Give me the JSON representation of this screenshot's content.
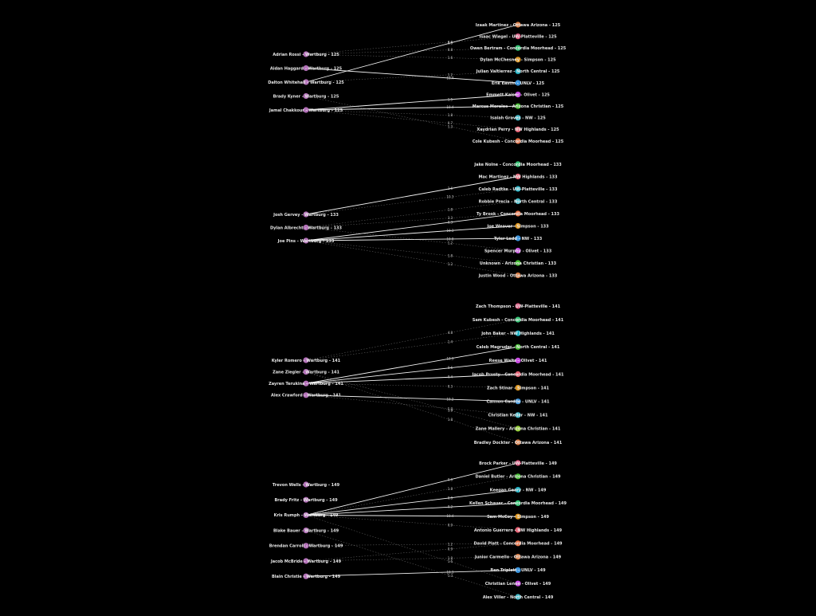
{
  "groups": [
    {
      "weight": "125",
      "left": [
        {
          "label": "Adrian Rossi - Wartburg - 125",
          "color": "#c77dcc"
        },
        {
          "label": "Aidan Haggard - Wartburg - 125",
          "color": "#c77dcc"
        },
        {
          "label": "Dalton Whitehall - Wartburg - 125",
          "color": "#c77dcc"
        },
        {
          "label": "Brady Kyner - Wartburg - 125",
          "color": "#c77dcc"
        },
        {
          "label": "Jamal Chakkour - Wartburg - 125",
          "color": "#c77dcc"
        }
      ],
      "right": [
        {
          "label": "Izaak Martinez - Ottawa Arizona - 125",
          "color": "#f08a4b"
        },
        {
          "label": "Isaac Wiegel - UW-Platteville - 125",
          "color": "#f25d8b"
        },
        {
          "label": "Owen Bertram - Concordia Moorhead - 125",
          "color": "#3ddc84"
        },
        {
          "label": "Dylan McChesney - Simpson - 125",
          "color": "#f5a623"
        },
        {
          "label": "Julian Valtierrez - North Central - 125",
          "color": "#26c6da"
        },
        {
          "label": "Erik Eastin - UNLV - 125",
          "color": "#42a5f5"
        },
        {
          "label": "Emmett Kaiser - Olivet - 125",
          "color": "#e056fd"
        },
        {
          "label": "Marcus Morales - Arizona Christian - 125",
          "color": "#4cd137"
        },
        {
          "label": "Isaiah Graves - NW - 125",
          "color": "#4dd0e1"
        },
        {
          "label": "Xaydrian Perry - NW Highlands - 125",
          "color": "#ff6b81"
        },
        {
          "label": "Cole Kubesh - Concordia Moorhead - 125",
          "color": "#ff7f50"
        }
      ],
      "edges": [
        {
          "from": 0,
          "to": 1,
          "label": "0.9",
          "strong": false
        },
        {
          "from": 0,
          "to": 3,
          "label": "1.6",
          "strong": false
        },
        {
          "from": 0,
          "to": 2,
          "label": "0.8",
          "strong": false
        },
        {
          "from": 1,
          "to": 5,
          "label": "10.4",
          "strong": true
        },
        {
          "from": 2,
          "to": 0,
          "label": "1.5",
          "strong": true
        },
        {
          "from": 2,
          "to": 4,
          "label": "1.2",
          "strong": false
        },
        {
          "from": 4,
          "to": 6,
          "label": "1.5",
          "strong": true
        },
        {
          "from": 4,
          "to": 7,
          "label": "10.4",
          "strong": true
        },
        {
          "from": 4,
          "to": 8,
          "label": "1.8",
          "strong": false
        },
        {
          "from": 4,
          "to": 9,
          "label": "0.7",
          "strong": false
        },
        {
          "from": 3,
          "to": 10,
          "label": "1.3",
          "strong": false
        }
      ]
    },
    {
      "weight": "133",
      "left": [
        {
          "label": "Josh Gervey - Wartburg - 133",
          "color": "#c77dcc"
        },
        {
          "label": "Dylan Albrecht - Wartburg - 133",
          "color": "#c77dcc"
        },
        {
          "label": "Joe Pins - Wartburg - 133",
          "color": "#c77dcc"
        }
      ],
      "right": [
        {
          "label": "Jake Nolne - Concordia Moorhead - 133",
          "color": "#3ddc84"
        },
        {
          "label": "Mac Martinez - NW Highlands - 133",
          "color": "#ff6b81"
        },
        {
          "label": "Caleb Radtke - UW-Platteville - 133",
          "color": "#26c6da"
        },
        {
          "label": "Robbie Precia - North Central - 133",
          "color": "#4dd0e1"
        },
        {
          "label": "Ty Brook - Concordia Moorhead - 133",
          "color": "#ff7f50"
        },
        {
          "label": "Joe Weaver - Simpson - 133",
          "color": "#f5a623"
        },
        {
          "label": "Tyler Ladd - NW - 133",
          "color": "#42a5f5"
        },
        {
          "label": "Spencer Murphy - Olivet - 133",
          "color": "#e056fd"
        },
        {
          "label": "Unknown - Arizona Christian - 133",
          "color": "#4cd137"
        },
        {
          "label": "Justin Wood - Ottawa Arizona - 133",
          "color": "#f08a4b"
        }
      ],
      "edges": [
        {
          "from": 0,
          "to": 1,
          "label": "2.6",
          "strong": true
        },
        {
          "from": 0,
          "to": 2,
          "label": "10.3",
          "strong": false
        },
        {
          "from": 1,
          "to": 3,
          "label": "1.8",
          "strong": false
        },
        {
          "from": 2,
          "to": 4,
          "label": "0.3",
          "strong": true
        },
        {
          "from": 2,
          "to": 5,
          "label": "10.3",
          "strong": true
        },
        {
          "from": 2,
          "to": 6,
          "label": "10.8",
          "strong": true
        },
        {
          "from": 1,
          "to": 7,
          "label": "1.2",
          "strong": false
        },
        {
          "from": 2,
          "to": 8,
          "label": "1.8",
          "strong": false
        },
        {
          "from": 2,
          "to": 9,
          "label": "1.2",
          "strong": false
        },
        {
          "from": 1,
          "to": 4,
          "label": "3.3",
          "strong": false
        }
      ]
    },
    {
      "weight": "141",
      "left": [
        {
          "label": "Kyler Romero - Wartburg - 141",
          "color": "#c77dcc"
        },
        {
          "label": "Zane Ziegler - Wartburg - 141",
          "color": "#c77dcc"
        },
        {
          "label": "Zayren Terukina - Wartburg - 141",
          "color": "#c77dcc"
        },
        {
          "label": "Alex Crawford - Wartburg - 141",
          "color": "#c77dcc"
        }
      ],
      "right": [
        {
          "label": "Zach Thompson - UW-Platteville - 141",
          "color": "#f25d8b"
        },
        {
          "label": "Sam Kubesh - Concordia Moorhead - 141",
          "color": "#3ddc84"
        },
        {
          "label": "John Baker - NW Highlands - 141",
          "color": "#26c6da"
        },
        {
          "label": "Caleb Magruder - North Central - 141",
          "color": "#4cd137"
        },
        {
          "label": "Reese Waltz - Olivet - 141",
          "color": "#e056fd"
        },
        {
          "label": "Jacob Prusty - Concordia Moorhead - 141",
          "color": "#ff6b81"
        },
        {
          "label": "Zach Stinar - Simpson - 141",
          "color": "#f5a623"
        },
        {
          "label": "Cannon Cardile - UNLV - 141",
          "color": "#42a5f5"
        },
        {
          "label": "Christian Keller - NW - 141",
          "color": "#4dd0e1"
        },
        {
          "label": "Zane Mallery - Arizona Christian - 141",
          "color": "#a3e635"
        },
        {
          "label": "Bradley Dockter - Ottawa Arizona - 141",
          "color": "#f08a4b"
        }
      ],
      "edges": [
        {
          "from": 0,
          "to": 1,
          "label": "4.8",
          "strong": false
        },
        {
          "from": 0,
          "to": 2,
          "label": "1.4",
          "strong": false
        },
        {
          "from": 2,
          "to": 3,
          "label": "10.3",
          "strong": true
        },
        {
          "from": 2,
          "to": 4,
          "label": "0.6",
          "strong": true
        },
        {
          "from": 2,
          "to": 5,
          "label": "0.4",
          "strong": true
        },
        {
          "from": 2,
          "to": 6,
          "label": "0.3",
          "strong": false
        },
        {
          "from": 3,
          "to": 7,
          "label": "10.2",
          "strong": true
        },
        {
          "from": 3,
          "to": 8,
          "label": "1.3",
          "strong": false
        },
        {
          "from": 1,
          "to": 9,
          "label": "1.9",
          "strong": false
        },
        {
          "from": 1,
          "to": 10,
          "label": "1.8",
          "strong": false
        }
      ]
    },
    {
      "weight": "149",
      "left": [
        {
          "label": "Trevon Wells - Wartburg - 149",
          "color": "#c77dcc"
        },
        {
          "label": "Brady Fritz - Wartburg - 149",
          "color": "#c77dcc"
        },
        {
          "label": "Kris Rumph - Wartburg - 149",
          "color": "#c77dcc"
        },
        {
          "label": "Blake Bauer - Wartburg - 149",
          "color": "#c77dcc"
        },
        {
          "label": "Brendan Carroll - Wartburg - 149",
          "color": "#c77dcc"
        },
        {
          "label": "Jacob McBride - Wartburg - 149",
          "color": "#c77dcc"
        },
        {
          "label": "Blain Christie - Wartburg - 149",
          "color": "#c77dcc"
        }
      ],
      "right": [
        {
          "label": "Brock Parker - UW-Platteville - 149",
          "color": "#f25d8b"
        },
        {
          "label": "Daniel Butler - Arizona Christian - 149",
          "color": "#4cd137"
        },
        {
          "label": "Keegan Geary - NW - 149",
          "color": "#26c6da"
        },
        {
          "label": "Kellen Schauer - Concordia Moorhead - 149",
          "color": "#3ddc84"
        },
        {
          "label": "Sam McCoy - Simpson - 149",
          "color": "#f5a623"
        },
        {
          "label": "Antonio Guerrero - NW Highlands - 149",
          "color": "#ff6b81"
        },
        {
          "label": "David Platt - Concordia Moorhead - 149",
          "color": "#ff7f50"
        },
        {
          "label": "Junior Carmello - Ottawa Arizona - 149",
          "color": "#f08a4b"
        },
        {
          "label": "Ben Triplett - UNLV - 149",
          "color": "#42a5f5"
        },
        {
          "label": "Christian Lenon - Olivet - 149",
          "color": "#e056fd"
        },
        {
          "label": "Alex Viller - North Central - 149",
          "color": "#4dd0e1"
        }
      ],
      "edges": [
        {
          "from": 2,
          "to": 0,
          "label": "0.6",
          "strong": true
        },
        {
          "from": 2,
          "to": 1,
          "label": "1.8",
          "strong": false
        },
        {
          "from": 2,
          "to": 2,
          "label": "0.8",
          "strong": true
        },
        {
          "from": 2,
          "to": 3,
          "label": "0.2",
          "strong": true
        },
        {
          "from": 2,
          "to": 4,
          "label": "10.4",
          "strong": true
        },
        {
          "from": 2,
          "to": 5,
          "label": "0.9",
          "strong": false
        },
        {
          "from": 4,
          "to": 6,
          "label": "1.2",
          "strong": false
        },
        {
          "from": 5,
          "to": 7,
          "label": "1.8",
          "strong": false
        },
        {
          "from": 6,
          "to": 8,
          "label": "10.3",
          "strong": true
        },
        {
          "from": 2,
          "to": 9,
          "label": "1.6",
          "strong": false
        },
        {
          "from": 3,
          "to": 10,
          "label": "1.3",
          "strong": false
        },
        {
          "from": 5,
          "to": 6,
          "label": "0.9",
          "strong": false
        }
      ]
    }
  ]
}
